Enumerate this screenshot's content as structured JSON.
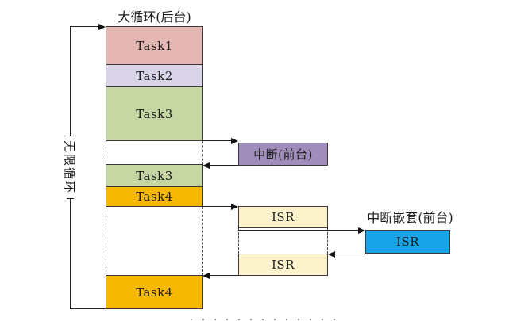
{
  "diagram": {
    "kind": "foreground-background scheduling diagram",
    "main_column": {
      "title": "大循环(后台)",
      "tasks": [
        {
          "label": "Task1",
          "color": "#E4B7B2"
        },
        {
          "label": "Task2",
          "color": "#DAD4E8"
        },
        {
          "label": "Task3",
          "color": "#C6D7A3"
        },
        {
          "label": "Task3",
          "color": "#C6D7A3"
        },
        {
          "label": "Task4",
          "color": "#F6B800"
        },
        {
          "label": "Task4",
          "color": "#F6B800"
        }
      ]
    },
    "left_loop": {
      "label": "无限循环"
    },
    "foreground": {
      "interrupt_box": {
        "label": "中断(前台)",
        "color": "#A08DBB"
      },
      "isr_top": {
        "label": "ISR",
        "color": "#FCF3CD"
      },
      "isr_bottom": {
        "label": "ISR",
        "color": "#FCF3CD"
      },
      "nested_title": "中断嵌套(前台)",
      "nested_isr": {
        "label": "ISR",
        "color": "#18A5E8"
      }
    },
    "line_color": "#222222",
    "border_color": "#3A3A3A"
  }
}
